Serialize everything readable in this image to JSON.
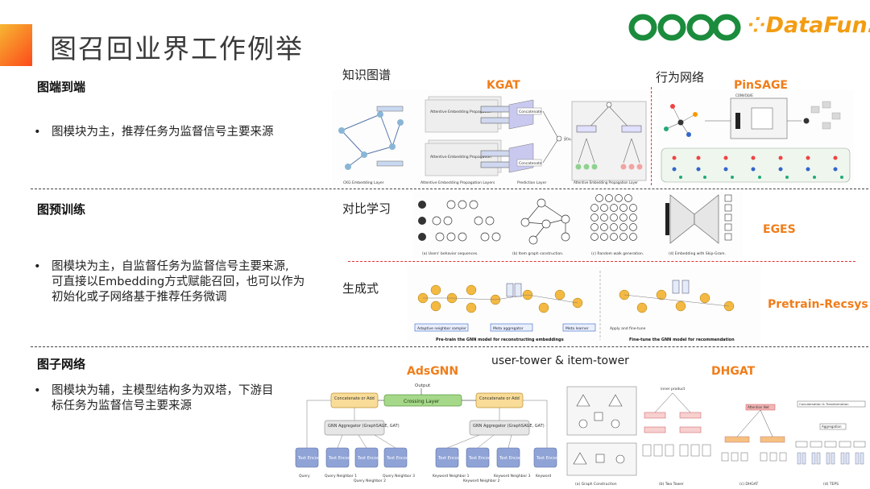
{
  "page": {
    "title": "图召回业界工作例举",
    "brand_oppo": "oppo",
    "brand_datafun": "DataFun.",
    "colors": {
      "oppo_green": "#1a8c3c",
      "datafun_orange": "#f39c12",
      "model_orange": "#f07d1a",
      "divider_red": "#d33333"
    }
  },
  "sections": [
    {
      "heading": "图端到端",
      "bullet": "图模块为主，推荐任务为监督信号主要来源"
    },
    {
      "heading": "图预训练",
      "bullet_lines": [
        "图模块为主，自监督任务为监督信号主要来源,",
        "可直接以Embedding方式赋能召回，也可以作为",
        "初始化或子网络基于推荐任务微调"
      ]
    },
    {
      "heading": "图子网络",
      "bullet_lines": [
        "图模块为辅，主模型结构多为双塔，下游目",
        "标任务为监督信号主要来源"
      ]
    }
  ],
  "figures": {
    "kg_label": "知识图谱",
    "kgat": "KGAT",
    "behavior_label": "行为网络",
    "pinsage": "PinSAGE",
    "contrast_label": "对比学习",
    "eges": "EGES",
    "generative_label": "生成式",
    "pretrain": "Pretrain-Recsys",
    "tower_label": "user-tower & item-tower",
    "adsgnn": "AdsGNN",
    "dhgat": "DHGAT",
    "kgat_parts": {
      "attentive": "Attentive Embedding Propagation",
      "concatenate": "Concatenate",
      "ckg": "CKG Embedding Layer",
      "aep_layers": "Attentive Embedding Propagation Layers",
      "prediction": "Prediction Layer",
      "aep_layer": "Attentive Embedding Propagation Layer"
    },
    "eges_parts": {
      "a": "(a) Users' behavior sequences.",
      "b": "(b) Item graph construction.",
      "c": "(c) Random walk generation.",
      "d": "(d) Embedding with Skip-Gram."
    },
    "pretrain_parts": {
      "left": "Pre-train the GNN model for reconstructing embeddings",
      "right": "Fine-tune the GNN model for recommendation",
      "adaptive": "Adaptive neighbor sampler",
      "meta_agg": "Meta aggregator",
      "meta_learner": "Meta learner",
      "apply": "Apply and fine-tune"
    },
    "adsgnn_parts": {
      "output": "Output",
      "crossing": "Crossing Layer",
      "concat_l": "Concatenate or Add",
      "concat_r": "Concatenate or Add",
      "gnn_l": "GNN Aggregator (GraphSAGE, GAT)",
      "gnn_r": "GNN Aggregator (GraphSAGE, GAT)",
      "encoder": "Text Encoder",
      "inputs": [
        "Query",
        "Query Neighbor 1",
        "Query Neighbor 2",
        "Query Neighbor 3",
        "Keyword Neighbor 1",
        "Keyword Neighbor 2",
        "Keyword Neighbor 3",
        "Keyword"
      ]
    },
    "dhgat_parts": {
      "a": "(a) Graph Construction",
      "b": "(b) Two Tower",
      "c": "(c) DHGAT",
      "d": "(d) TEPS",
      "inner": "inner product",
      "att": "Attention Net",
      "concat": "Concatenation & Transformation",
      "aggregation": "Aggregation"
    }
  }
}
